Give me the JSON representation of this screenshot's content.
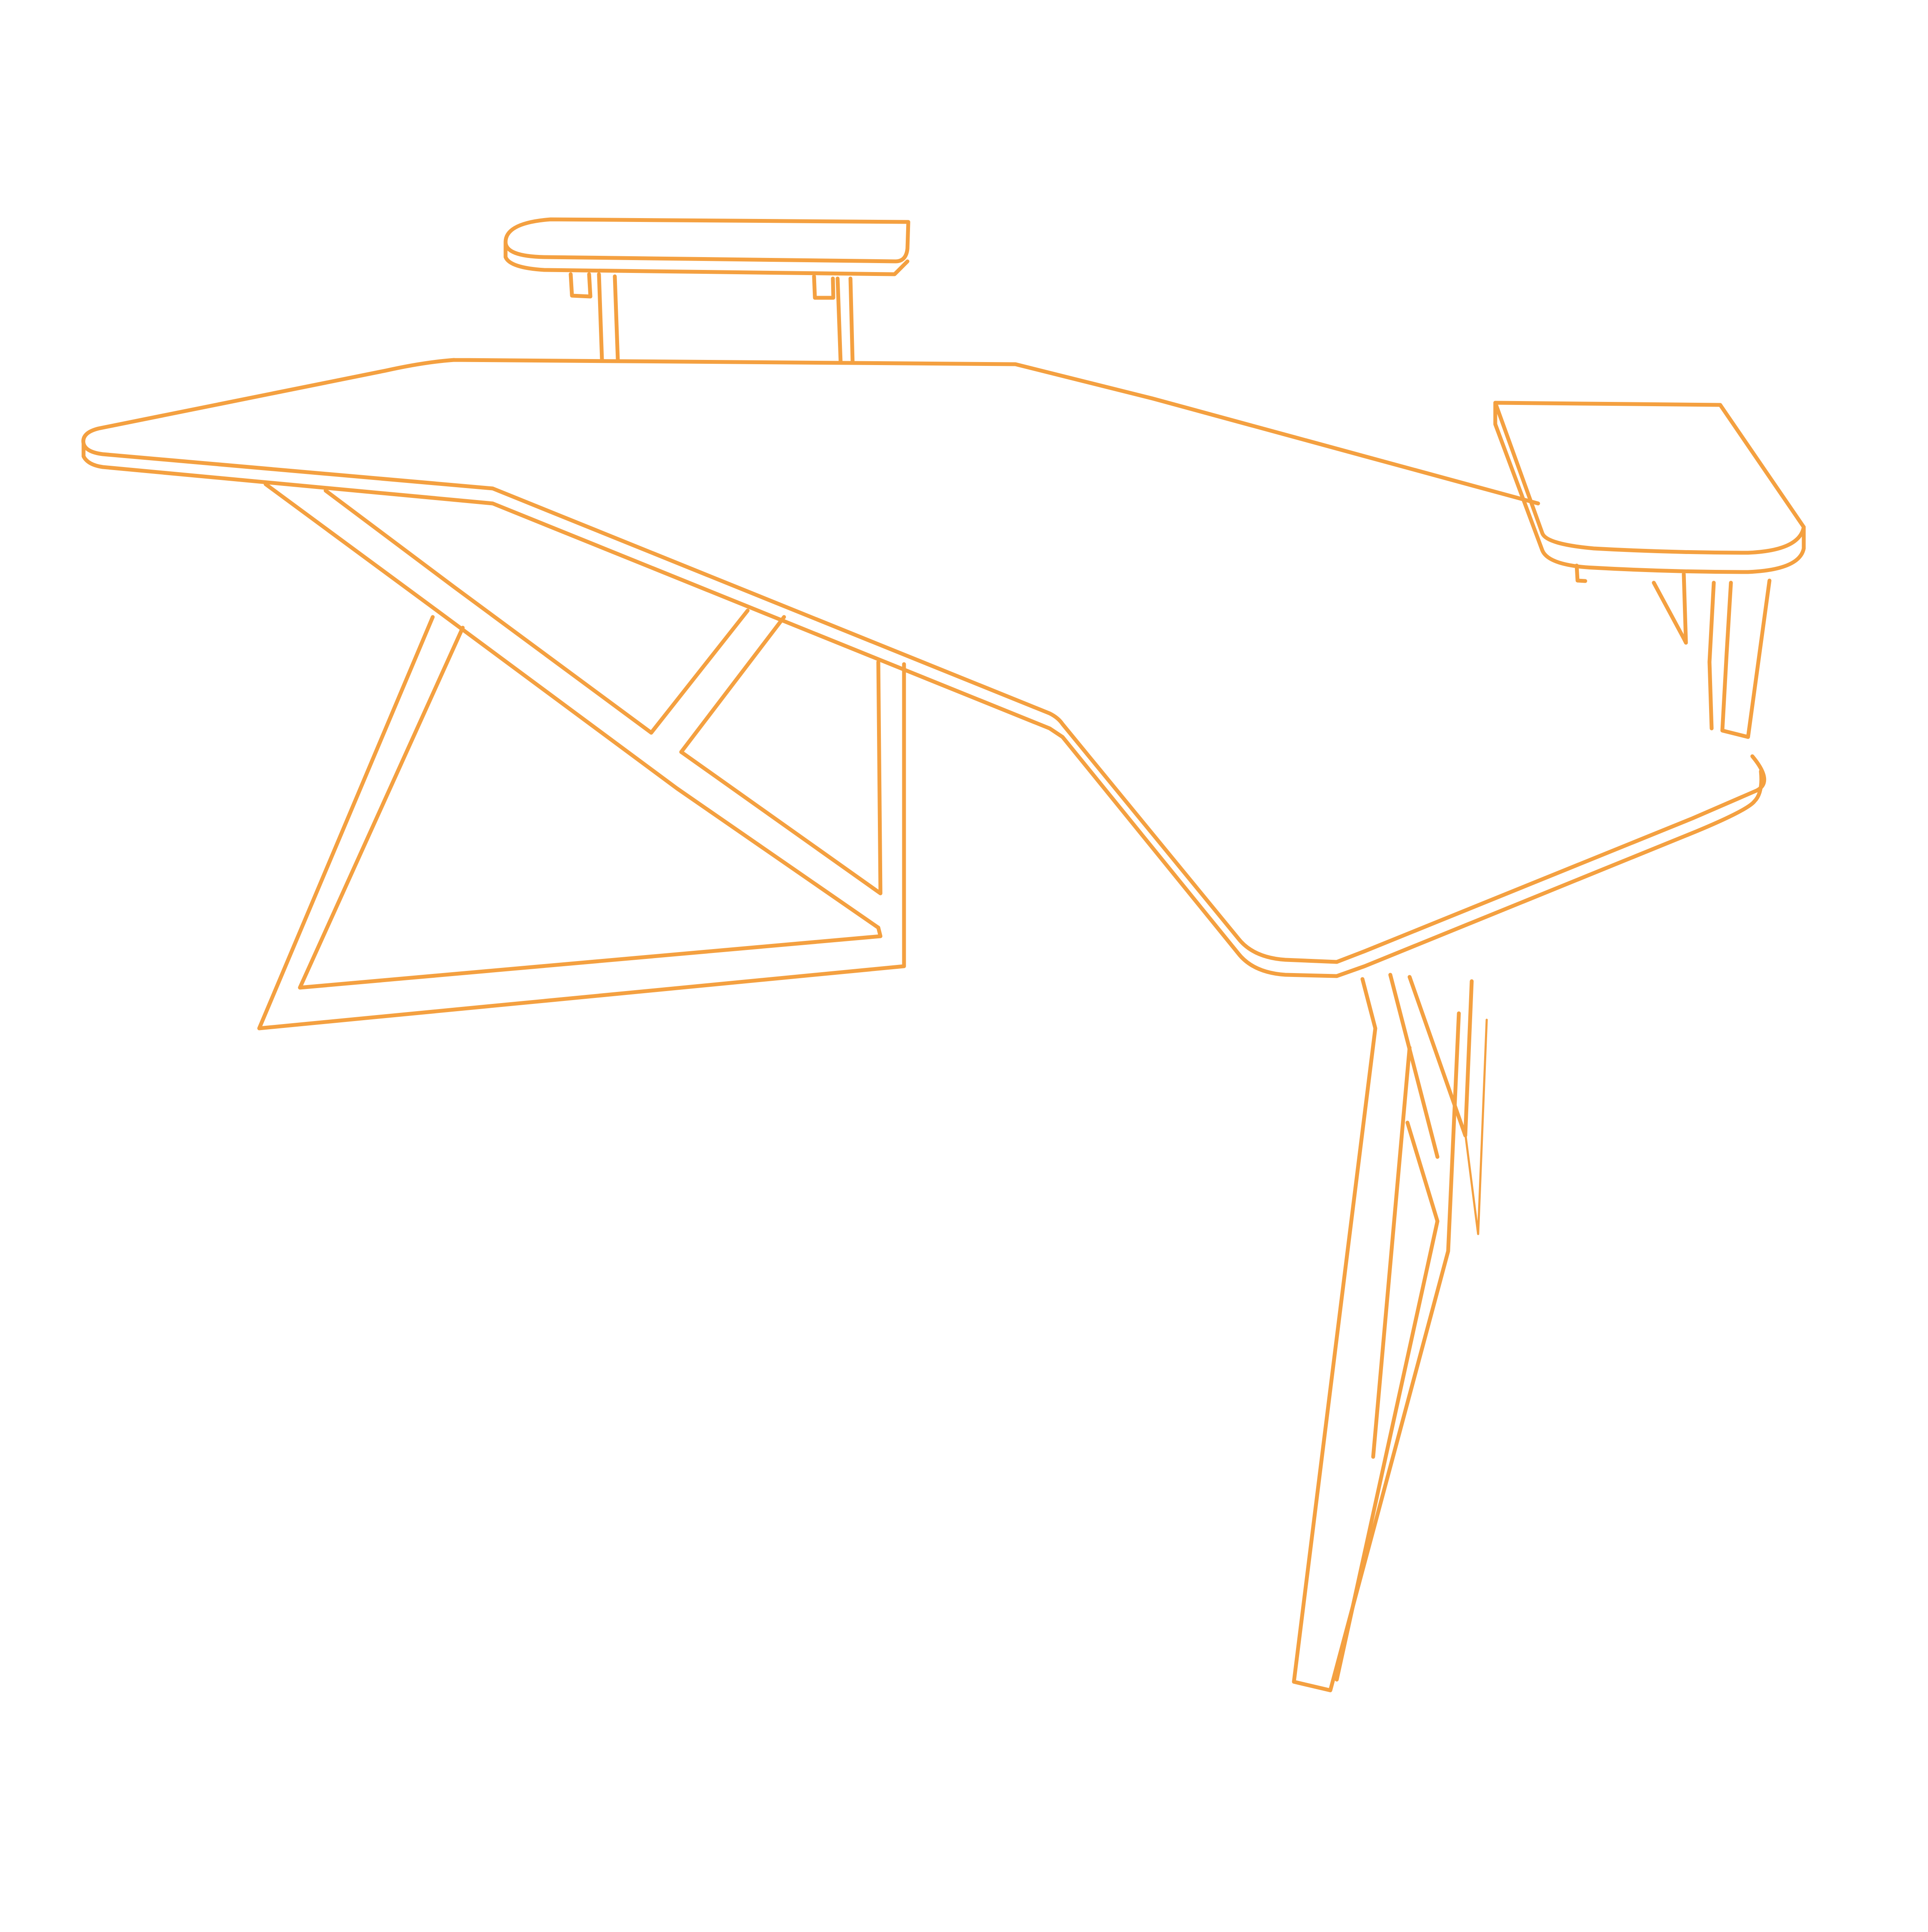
{
  "illustration": {
    "subject": "desk-with-shelves-line-drawing",
    "stroke_color": "#F4A040",
    "background_color": "#FFFFFF",
    "parts": [
      "desk-top",
      "left-leg-frame",
      "right-leg",
      "monitor-shelf",
      "side-shelf"
    ]
  }
}
